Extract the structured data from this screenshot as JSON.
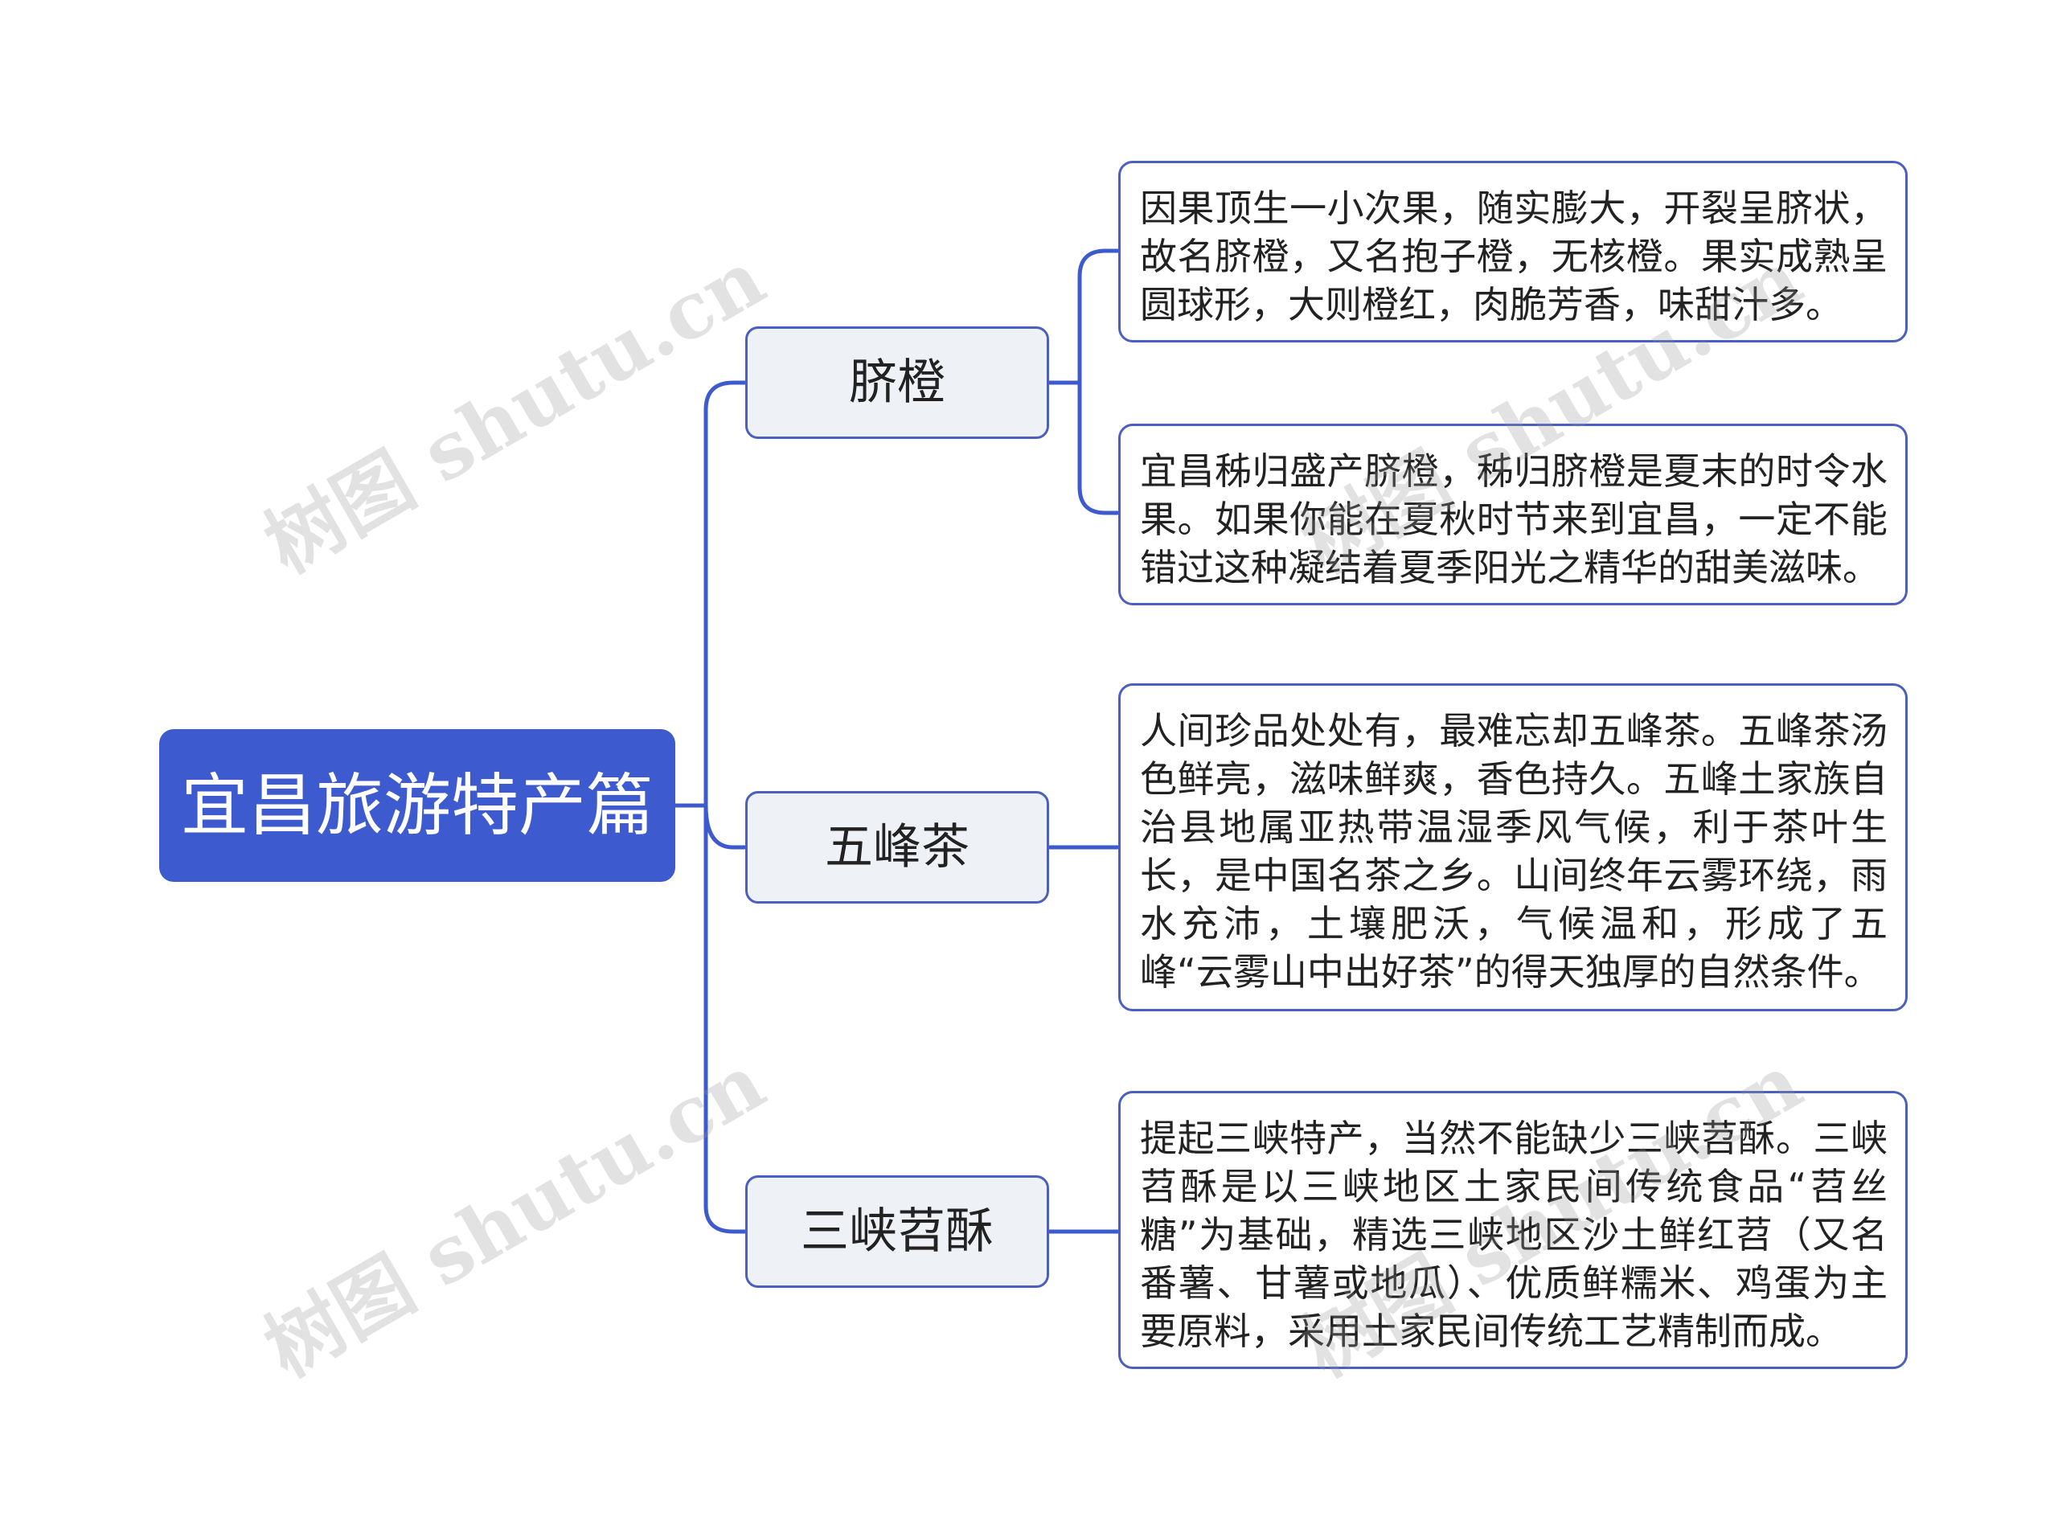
{
  "root": {
    "label": "宜昌旅游特产篇"
  },
  "branches": [
    {
      "label": "脐橙",
      "details": [
        "因果顶生一小次果，随实膨大，开裂呈脐状，故名脐橙，又名抱子橙，无核橙。果实成熟呈圆球形，大则橙红，肉脆芳香，味甜汁多。",
        "宜昌秭归盛产脐橙，秭归脐橙是夏末的时令水果。如果你能在夏秋时节来到宜昌，一定不能错过这种凝结着夏季阳光之精华的甜美滋味。"
      ]
    },
    {
      "label": "五峰茶",
      "details": [
        "人间珍品处处有，最难忘却五峰茶。五峰茶汤色鲜亮，滋味鲜爽，香色持久。五峰土家族自治县地属亚热带温湿季风气候，利于茶叶生长，是中国名茶之乡。山间终年云雾环绕，雨水充沛，土壤肥沃，气候温和，形成了五峰“云雾山中出好茶”的得天独厚的自然条件。"
      ]
    },
    {
      "label": "三峡苕酥",
      "details": [
        "提起三峡特产，当然不能缺少三峡苕酥。三峡苕酥是以三峡地区土家民间传统食品“苕丝糖”为基础，精选三峡地区沙土鲜红苕（又名番薯、甘薯或地瓜）、优质鲜糯米、鸡蛋为主要原料，采用土家民间传统工艺精制而成。"
      ]
    }
  ],
  "watermark": "树图 shutu.cn",
  "colors": {
    "root_fill": "#3d5bce",
    "line": "#3d5bce",
    "branch_fill": "#eef1f6",
    "border": "#4a5fbf"
  }
}
